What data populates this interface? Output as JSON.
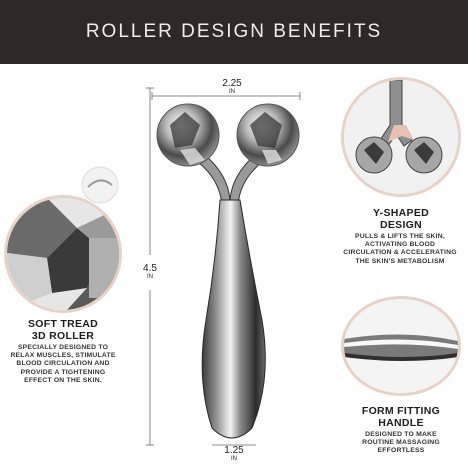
{
  "banner": {
    "title": "ROLLER DESIGN BENEFITS"
  },
  "measurements": {
    "width_top": {
      "value": "2.25",
      "unit": "IN"
    },
    "height": {
      "value": "4.5",
      "unit": "IN"
    },
    "width_bottom": {
      "value": "1.25",
      "unit": "IN"
    }
  },
  "features": {
    "soft_tread": {
      "title_line1": "SOFT TREAD",
      "title_line2": "3D ROLLER",
      "desc_lines": [
        "SPECIALLY DESIGNED TO",
        "RELAX MUSCLES, STIMULATE",
        "BLOOD CIRCULATION AND",
        "PROVIDE A TIGHTENING",
        "EFFECT ON THE SKIN."
      ]
    },
    "y_shaped": {
      "title_line1": "Y-SHAPED",
      "title_line2": "DESIGN",
      "desc_lines": [
        "PULLS & LIFTS THE SKIN,",
        "ACTIVATING BLOOD",
        "CIRCULATION & ACCELERATING",
        "THE SKIN'S METABOLISM"
      ]
    },
    "form_fitting": {
      "title_line1": "FORM FITTING",
      "title_line2": "HANDLE",
      "desc_lines": [
        "DESIGNED TO MAKE",
        "ROUTINE MASSAGING",
        "EFFORTLESS"
      ]
    }
  },
  "colors": {
    "banner_bg": "#2e2826",
    "banner_text": "#f3ece8",
    "circle_border": "#e8d2c8",
    "accent_rose": "#e7c2b4"
  }
}
